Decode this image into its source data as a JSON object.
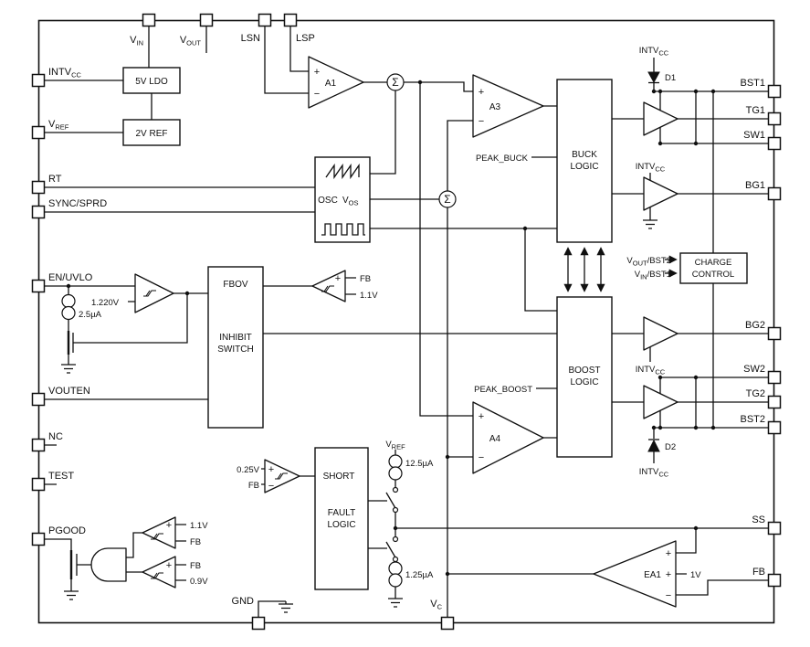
{
  "pins": {
    "top": [
      {
        "main": "V",
        "sub": "IN"
      },
      {
        "main": "V",
        "sub": "OUT"
      },
      {
        "main": "LSN",
        "sub": ""
      },
      {
        "main": "LSP",
        "sub": ""
      }
    ],
    "left": [
      {
        "main": "INTV",
        "sub": "CC"
      },
      {
        "main": "V",
        "sub": "REF"
      },
      {
        "main": "RT",
        "sub": ""
      },
      {
        "main": "SYNC/SPRD",
        "sub": ""
      },
      {
        "main": "EN/UVLO",
        "sub": ""
      },
      {
        "main": "VOUTEN",
        "sub": ""
      },
      {
        "main": "NC",
        "sub": ""
      },
      {
        "main": "TEST",
        "sub": ""
      },
      {
        "main": "PGOOD",
        "sub": ""
      }
    ],
    "right": [
      {
        "main": "BST1",
        "sub": ""
      },
      {
        "main": "TG1",
        "sub": ""
      },
      {
        "main": "SW1",
        "sub": ""
      },
      {
        "main": "BG1",
        "sub": ""
      },
      {
        "main": "BG2",
        "sub": ""
      },
      {
        "main": "SW2",
        "sub": ""
      },
      {
        "main": "TG2",
        "sub": ""
      },
      {
        "main": "BST2",
        "sub": ""
      },
      {
        "main": "SS",
        "sub": ""
      },
      {
        "main": "FB",
        "sub": ""
      }
    ],
    "bottom": [
      {
        "main": "GND",
        "sub": ""
      },
      {
        "main": "V",
        "sub": "C"
      }
    ]
  },
  "blocks": {
    "ldo": "5V LDO",
    "ref2v": "2V REF",
    "osc": "OSC",
    "vos": {
      "main": "V",
      "sub": "OS"
    },
    "buck": {
      "l1": "BUCK",
      "l2": "LOGIC"
    },
    "boost": {
      "l1": "BOOST",
      "l2": "LOGIC"
    },
    "charge": {
      "l1": "CHARGE",
      "l2": "CONTROL"
    },
    "fbov": "FBOV",
    "inhibit": {
      "l1": "INHIBIT",
      "l2": "SWITCH"
    },
    "short": "SHORT",
    "fault": {
      "l1": "FAULT",
      "l2": "LOGIC"
    },
    "a1": "A1",
    "a3": "A3",
    "a4": "A4",
    "ea1": "EA1"
  },
  "labels": {
    "peak_buck": "PEAK_BUCK",
    "peak_boost": "PEAK_BOOST",
    "intvcc": {
      "main": "INTV",
      "sub": "CC"
    },
    "d1": "D1",
    "d2": "D2",
    "en_ref": "1.220V",
    "en_cur": "2.5µA",
    "fb": "FB",
    "v11": "1.1V",
    "v025": "0.25V",
    "v09": "0.9V",
    "v1": "1V",
    "i_up": "12.5µA",
    "i_dn": "1.25µA",
    "vref": {
      "main": "V",
      "sub": "REF"
    },
    "cc_top": {
      "p1": "V",
      "sub": "OUT",
      "p2": "/BST2"
    },
    "cc_bot": {
      "p1": "V",
      "sub": "IN",
      "p2": "/BST1"
    }
  },
  "symbols": {
    "plus": "+",
    "minus": "−",
    "sigma": "Σ"
  }
}
